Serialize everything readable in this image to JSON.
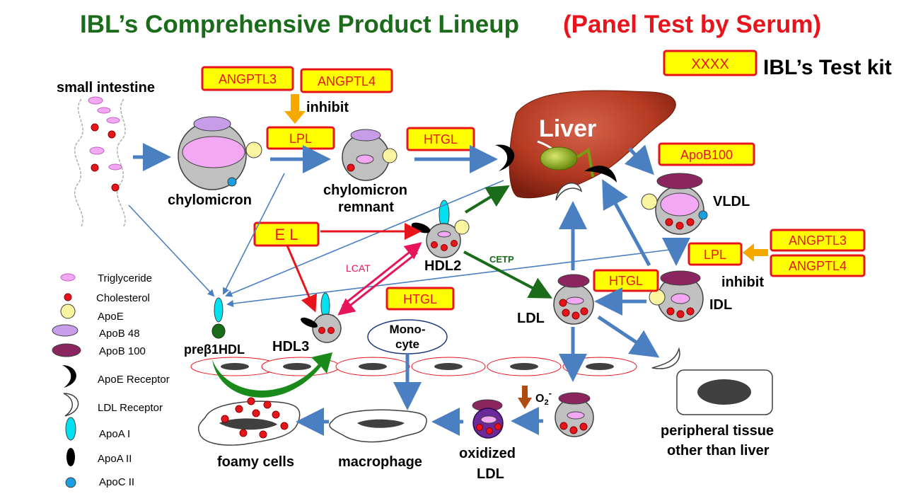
{
  "title": {
    "main": "IBL’s Comprehensive Product Lineup",
    "sub": "(Panel Test by Serum)",
    "main_color": "#1a6b1a",
    "sub_color": "#e8141c"
  },
  "key": {
    "box": "XXXX",
    "label": "IBL’s Test kit"
  },
  "kits": {
    "angptl3_top": "ANGPTL3",
    "angptl4_top": "ANGPTL4",
    "lpl_top": "LPL",
    "htgl_top": "HTGL",
    "apob100": "ApoB100",
    "el": "E L",
    "htgl_mid": "HTGL",
    "htgl_ldl": "HTGL",
    "lpl_right": "LPL",
    "angptl3_right": "ANGPTL3",
    "angptl4_right": "ANGPTL4"
  },
  "labels": {
    "small_intestine": "small intestine",
    "inhibit_top": "inhibit",
    "inhibit_right": "inhibit",
    "chylomicron": "chylomicron",
    "chylomicron_remnant_1": "chylomicron",
    "chylomicron_remnant_2": "remnant",
    "liver": "Liver",
    "vldl": "VLDL",
    "idl": "IDL",
    "ldl": "LDL",
    "hdl2": "HDL2",
    "hdl3": "HDL3",
    "prebeta1hdl": "preβ1HDL",
    "lcat": "LCAT",
    "cetp": "CETP",
    "monocyte_1": "Mono-",
    "monocyte_2": "cyte",
    "o2": "O",
    "o2_sub": "2",
    "o2_sup": "-",
    "foamy_cells": "foamy cells",
    "macrophage": "macrophage",
    "oxidized_ldl_1": "oxidized",
    "oxidized_ldl_2": "LDL",
    "peripheral_1": "peripheral tissue",
    "peripheral_2": "other than liver"
  },
  "legend": [
    {
      "label": "Triglyceride",
      "icon": "triglyceride-icon"
    },
    {
      "label": "Cholesterol",
      "icon": "cholesterol-icon"
    },
    {
      "label": "ApoE",
      "icon": "apoe-icon"
    },
    {
      "label": "ApoB 48",
      "icon": "apob48-icon"
    },
    {
      "label": "ApoB 100",
      "icon": "apob100-icon"
    },
    {
      "label": "ApoE Receptor",
      "icon": "apoe-receptor-icon"
    },
    {
      "label": "LDL Receptor",
      "icon": "ldl-receptor-icon"
    },
    {
      "label": "ApoA I",
      "icon": "apoa1-icon"
    },
    {
      "label": "ApoA II",
      "icon": "apoa2-icon"
    },
    {
      "label": "ApoC II",
      "icon": "apoc2-icon"
    }
  ],
  "colors": {
    "kit_fill": "#ffff00",
    "kit_border": "#e8141c",
    "kit_text": "#e8141c",
    "particle": "#c0c0c0",
    "triglyceride": "#f2a8f2",
    "cholesterol": "#e8141c",
    "apoe": "#fbf5a0",
    "apob48": "#c79ce8",
    "apob100": "#8b2560",
    "apoa1": "#00e0f0",
    "apoc2": "#1a9fe0",
    "arrow_blue": "#4a7fc1",
    "arrow_green": "#1a6b1a",
    "arrow_red": "#e8141c",
    "arrow_pink": "#e8145a",
    "arrow_orange": "#f4a800",
    "arrow_brown": "#b04a10",
    "liver": "#b53a22"
  }
}
